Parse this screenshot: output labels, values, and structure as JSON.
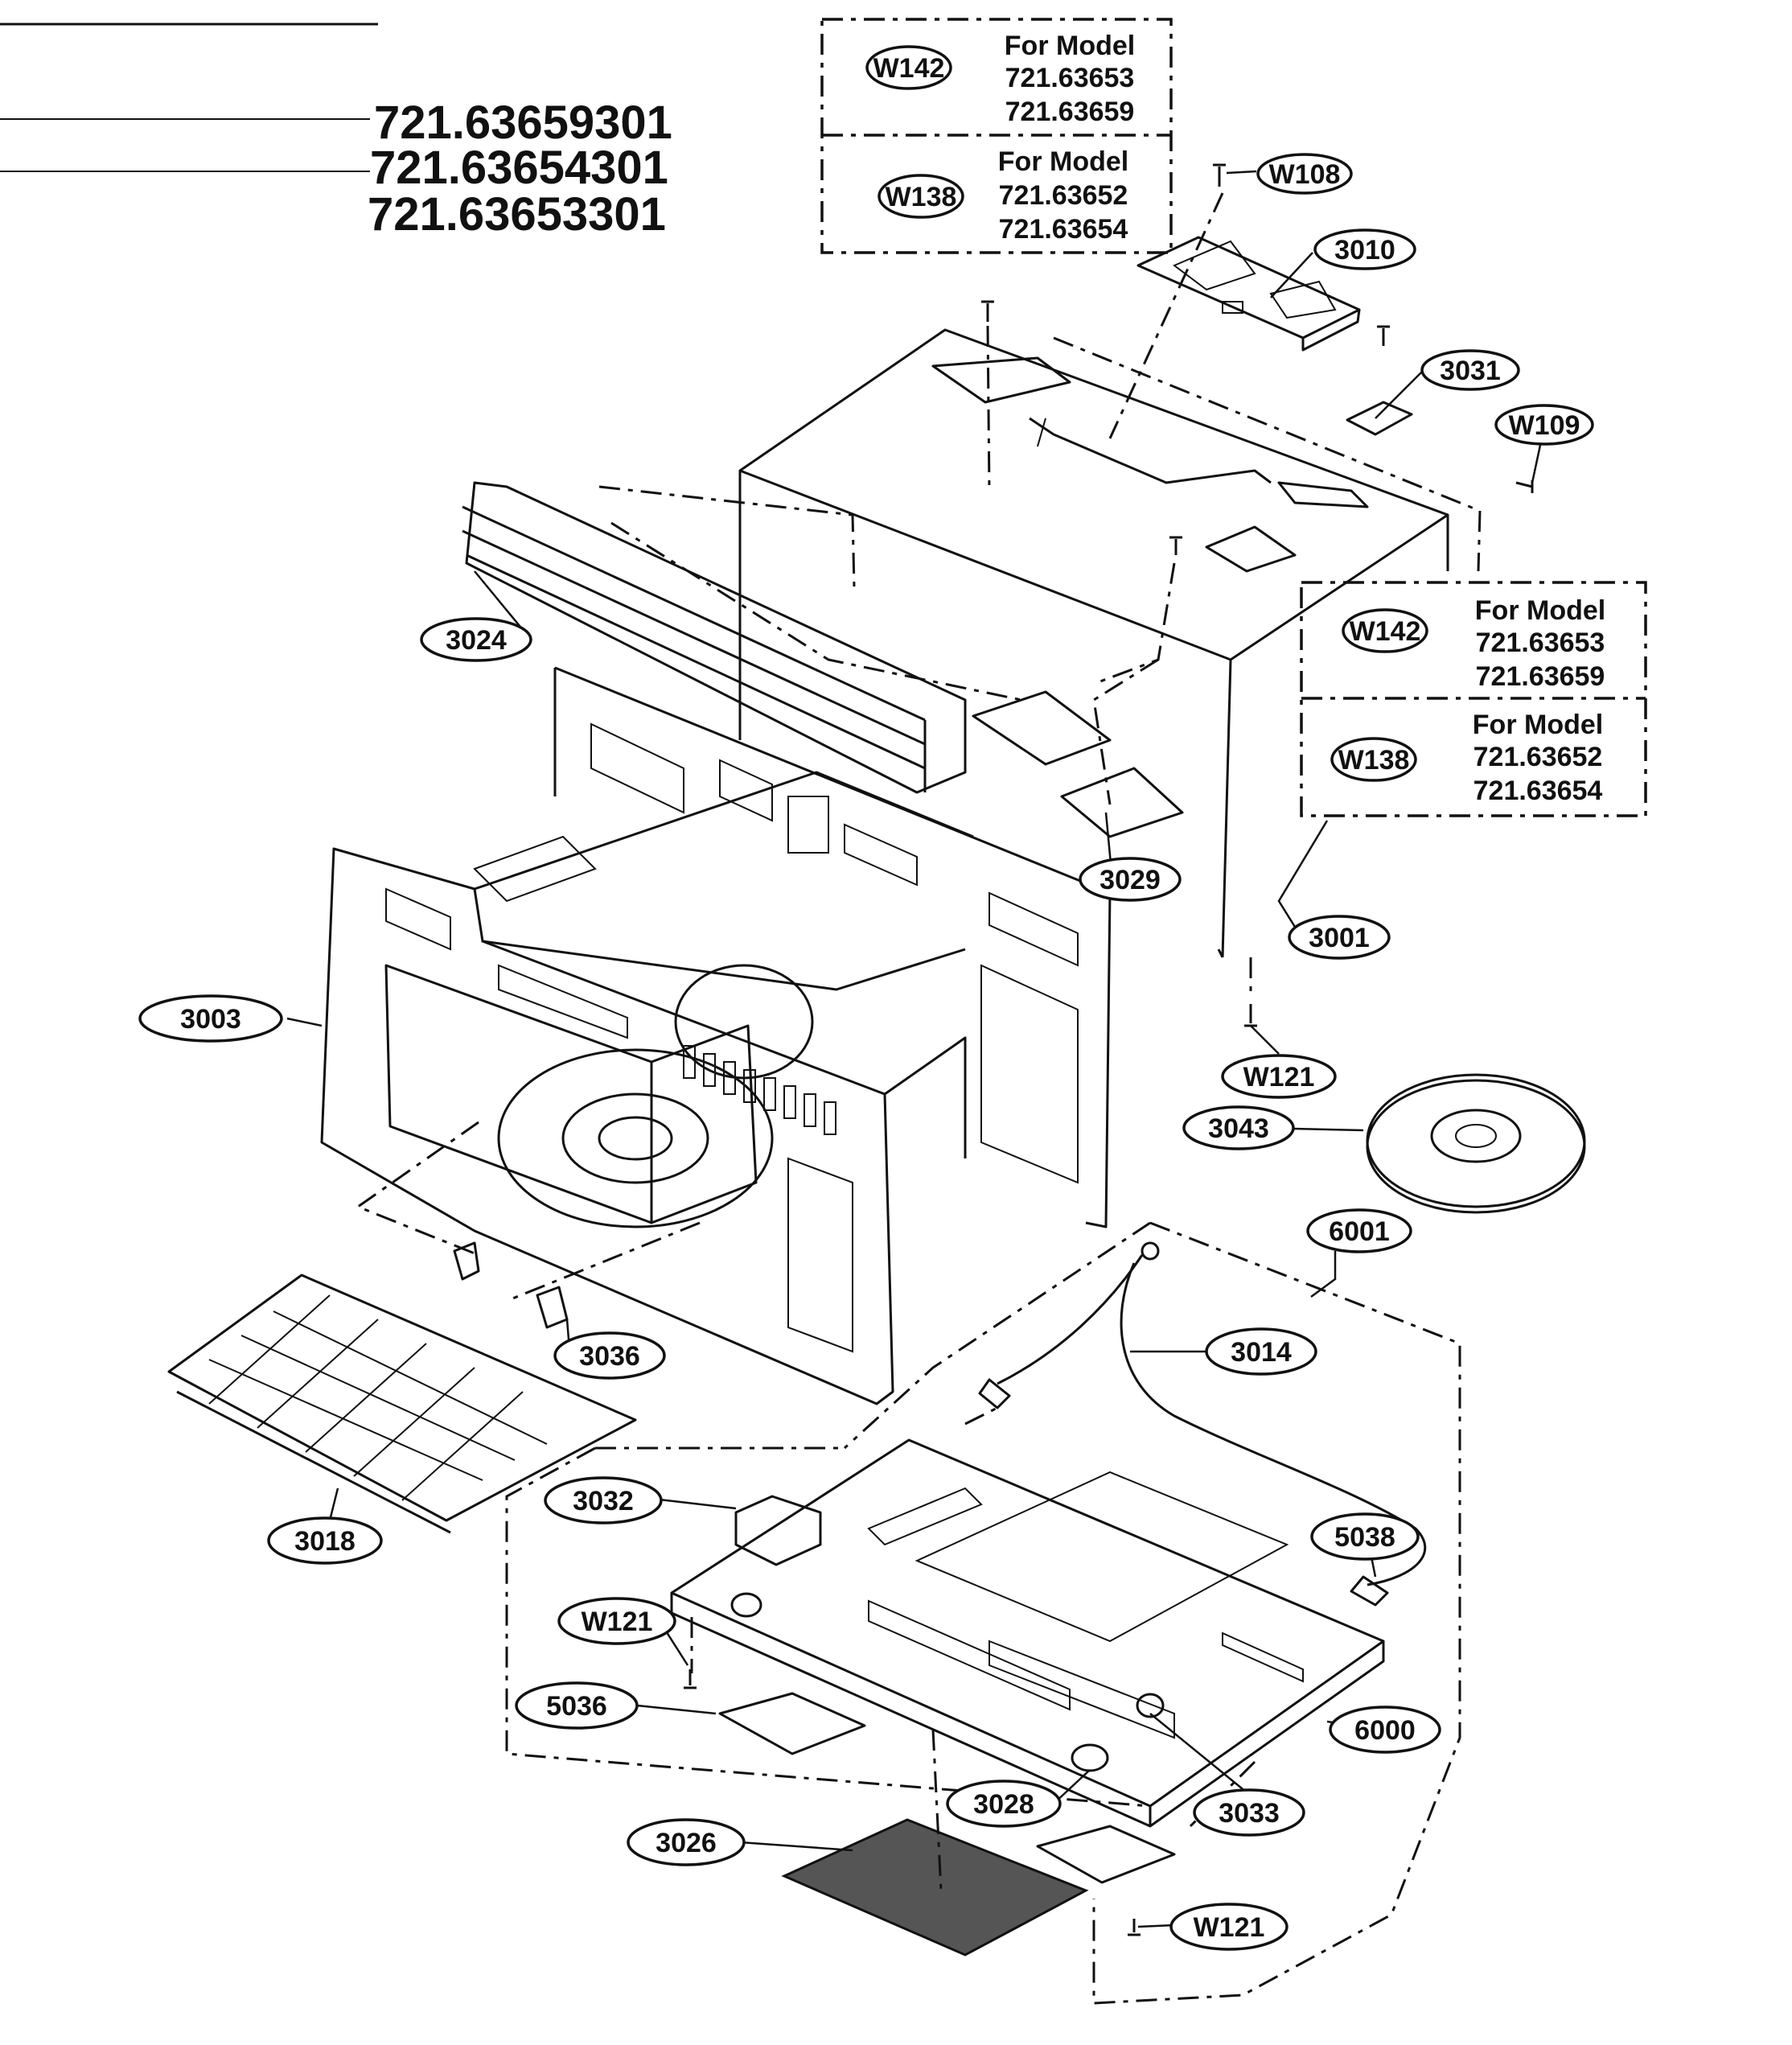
{
  "model_numbers": [
    "721.63659301",
    "721.63654301",
    "721.63653301"
  ],
  "model_boxes": [
    {
      "code": "W142",
      "heading": "For Model",
      "models": [
        "721.63653",
        "721.63659"
      ]
    },
    {
      "code": "W138",
      "heading": "For Model",
      "models": [
        "721.63652",
        "721.63654"
      ]
    },
    {
      "code": "W142",
      "heading": "For Model",
      "models": [
        "721.63653",
        "721.63659"
      ]
    },
    {
      "code": "W138",
      "heading": "For Model",
      "models": [
        "721.63652",
        "721.63654"
      ]
    }
  ],
  "parts": {
    "p3001": "3001",
    "p3003": "3003",
    "p3010": "3010",
    "p3014": "3014",
    "p3018": "3018",
    "p3024": "3024",
    "p3026": "3026",
    "p3028": "3028",
    "p3029": "3029",
    "p3031": "3031",
    "p3032": "3032",
    "p3033": "3033",
    "p3036": "3036",
    "p3043": "3043",
    "p5036": "5036",
    "p5038": "5038",
    "p6000": "6000",
    "p6001": "6001",
    "w108": "W108",
    "w109": "W109",
    "w121a": "W121",
    "w121b": "W121",
    "w121c": "W121"
  }
}
